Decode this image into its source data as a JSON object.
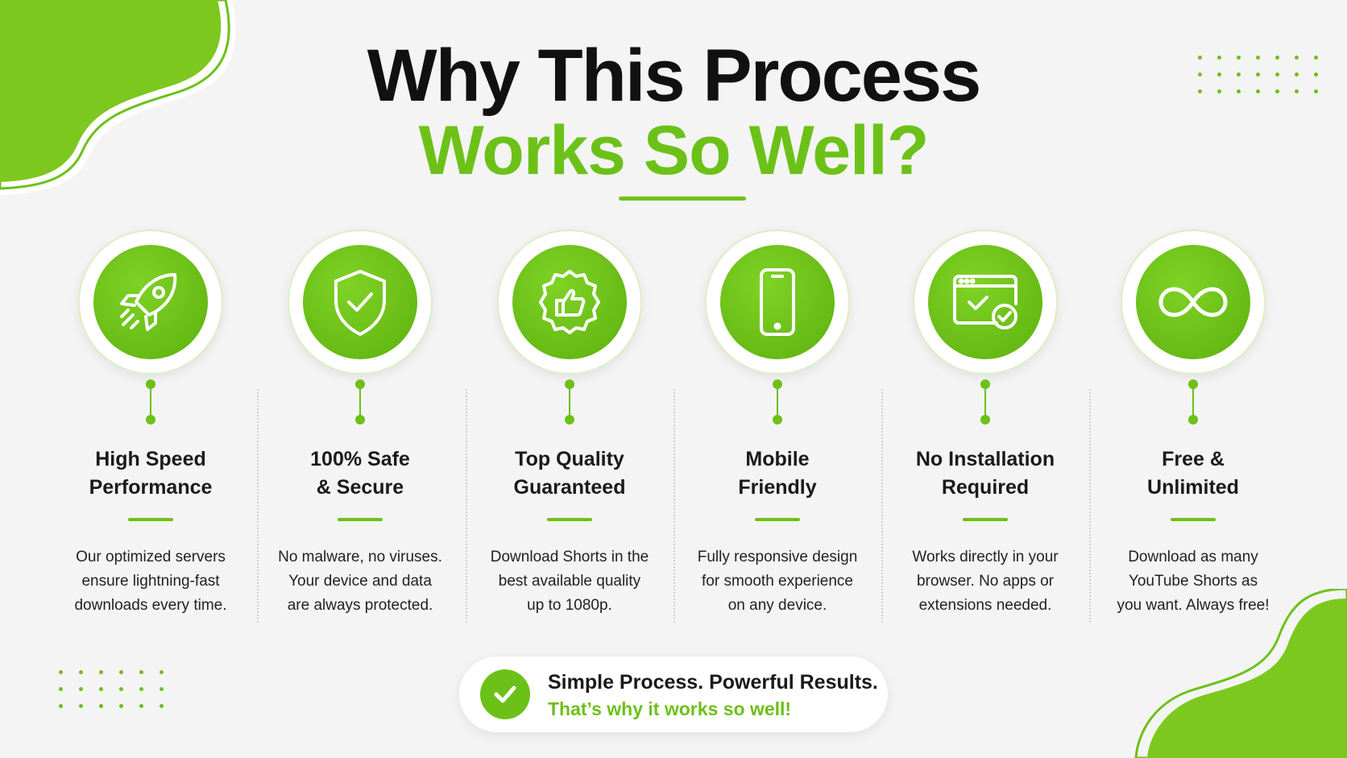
{
  "heading": {
    "line1": "Why This Process",
    "line2": "Works So Well?"
  },
  "colors": {
    "accent": "#6cc118",
    "text": "#1a1a1a",
    "background": "#f4f4f4"
  },
  "features": [
    {
      "icon": "rocket-icon",
      "title_1": "High Speed",
      "title_2": "Performance",
      "desc_1": "Our optimized servers",
      "desc_2": "ensure lightning-fast",
      "desc_3": "downloads every time."
    },
    {
      "icon": "shield-check-icon",
      "title_1": "100% Safe",
      "title_2": "& Secure",
      "desc_1": "No malware, no viruses.",
      "desc_2": "Your device and data",
      "desc_3": "are always protected."
    },
    {
      "icon": "thumbs-up-badge-icon",
      "title_1": "Top Quality",
      "title_2": "Guaranteed",
      "desc_1": "Download Shorts in the",
      "desc_2": "best available quality",
      "desc_3": "up to 1080p."
    },
    {
      "icon": "smartphone-icon",
      "title_1": "Mobile",
      "title_2": "Friendly",
      "desc_1": "Fully responsive design",
      "desc_2": "for smooth experience",
      "desc_3": "on any device."
    },
    {
      "icon": "browser-check-icon",
      "title_1": "No Installation",
      "title_2": "Required",
      "desc_1": "Works directly in your",
      "desc_2": "browser. No apps or",
      "desc_3": "extensions needed."
    },
    {
      "icon": "infinity-icon",
      "title_1": "Free &",
      "title_2": "Unlimited",
      "desc_1": "Download as many",
      "desc_2": "YouTube Shorts as",
      "desc_3": "you want. Always free!"
    }
  ],
  "banner": {
    "line1": "Simple Process. Powerful Results.",
    "line2": "That’s why it works so well!",
    "icon": "check-circle-icon"
  }
}
